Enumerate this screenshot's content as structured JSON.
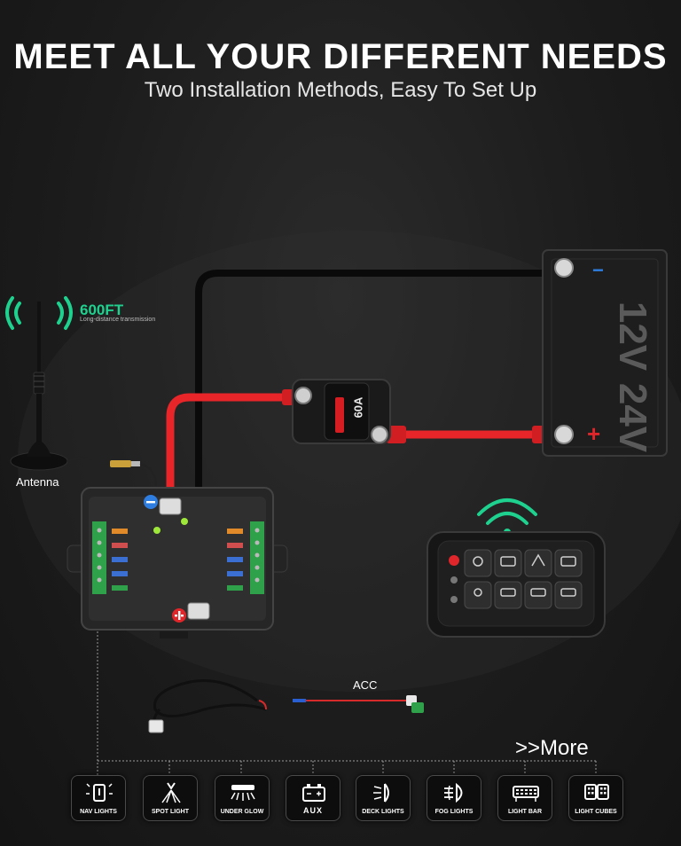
{
  "header": {
    "title": "MEET ALL YOUR DIFFERENT NEEDS",
    "subtitle": "Two Installation Methods, Easy To Set Up"
  },
  "wireless": {
    "range": "600FT",
    "range_caption": "Long-distance transmission"
  },
  "antenna_label": "Antenna",
  "battery": {
    "voltage_top": "12V",
    "voltage_bottom": "24V",
    "negative_symbol": "−",
    "positive_symbol": "+"
  },
  "breaker_rating": "60A",
  "acc_label": "ACC",
  "more_label": ">>More",
  "applications": [
    {
      "label": "NAV LIGHTS",
      "icon": "nav-lights-icon"
    },
    {
      "label": "SPOT LIGHT",
      "icon": "spot-light-icon"
    },
    {
      "label": "UNDER GLOW",
      "icon": "under-glow-icon"
    },
    {
      "label": "AUX",
      "icon": "aux-icon"
    },
    {
      "label": "DECK LIGHTS",
      "icon": "deck-lights-icon"
    },
    {
      "label": "FOG LIGHTS",
      "icon": "fog-lights-icon"
    },
    {
      "label": "LIGHT BAR",
      "icon": "light-bar-icon"
    },
    {
      "label": "LIGHT CUBES",
      "icon": "light-cubes-icon"
    }
  ],
  "colors": {
    "accent_green": "#1fd18f",
    "cable_red": "#e8262a",
    "cable_black": "#0a0a0a"
  }
}
